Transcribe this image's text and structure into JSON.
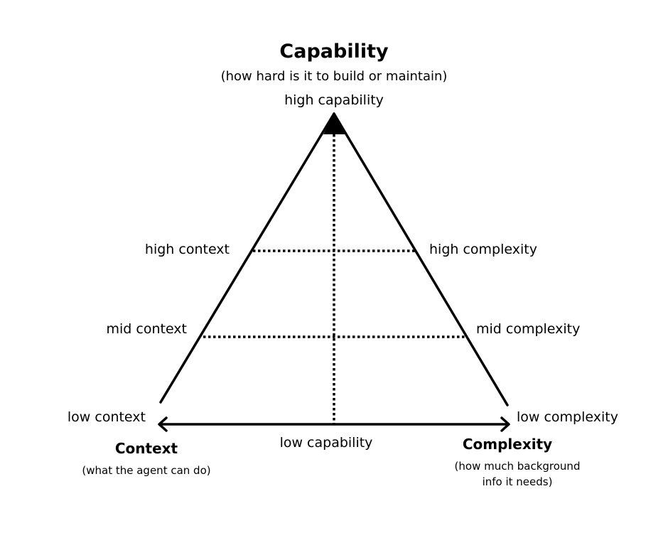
{
  "top_axis": {
    "title": "Capability",
    "subtitle": "(how hard is it to build or maintain)",
    "high_label": "high capability",
    "low_label": "low capability"
  },
  "left_axis": {
    "title": "Context",
    "subtitle": "(what the agent can do)",
    "high_label": "high context",
    "mid_label": "mid context",
    "low_label": "low context"
  },
  "right_axis": {
    "title": "Complexity",
    "subtitle_line1": "(how much background",
    "subtitle_line2": "info it needs)",
    "high_label": "high complexity",
    "mid_label": "mid complexity",
    "low_label": "low complexity"
  },
  "colors": {
    "ink": "#000000",
    "background": "#ffffff"
  }
}
